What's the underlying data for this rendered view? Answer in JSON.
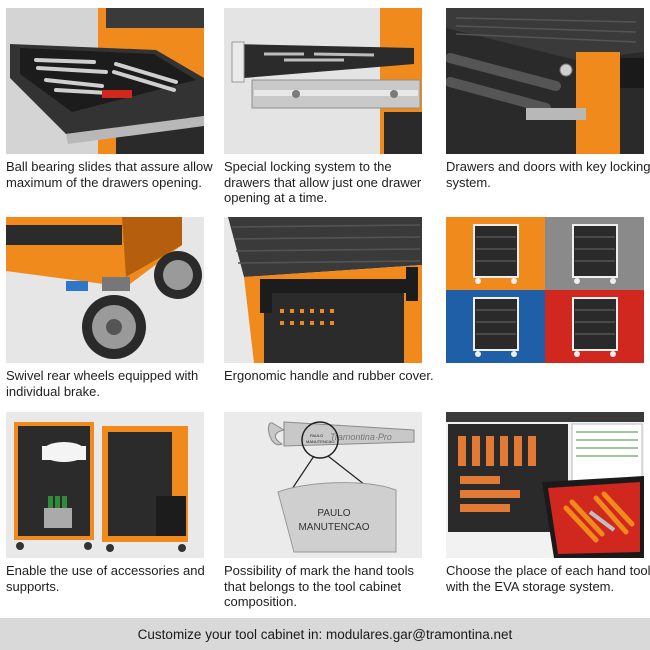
{
  "panels": [
    {
      "caption": "Ball bearing slides that assure allow maximum of the drawers opening."
    },
    {
      "caption": "Special locking system to the drawers that allow just one drawer opening at a time."
    },
    {
      "caption": "Drawers and doors with key locking system."
    },
    {
      "caption": "Swivel rear wheels equipped with individual brake."
    },
    {
      "caption": "Ergonomic handle and rubber cover."
    },
    {
      "caption": ""
    },
    {
      "caption": "Enable the use of accessories and supports."
    },
    {
      "caption": "Possibility of mark the hand tools that belongs to the tool cabinet composition."
    },
    {
      "caption": "Choose the place of each hand tool with the EVA storage system."
    }
  ],
  "engraving": {
    "brand": "Tramontina·Pro",
    "line1": "PAULO",
    "line2": "MANUTENCAO",
    "small1": "PAULO",
    "small2": "MANUTENCAO"
  },
  "colors": {
    "orange": "#f08a1c",
    "blue": "#1e5fa8",
    "red": "#d0271f",
    "gray": "#8a8a8a"
  },
  "footer": {
    "text": "Customize your tool cabinet in: modulares.gar@tramontina.net"
  }
}
